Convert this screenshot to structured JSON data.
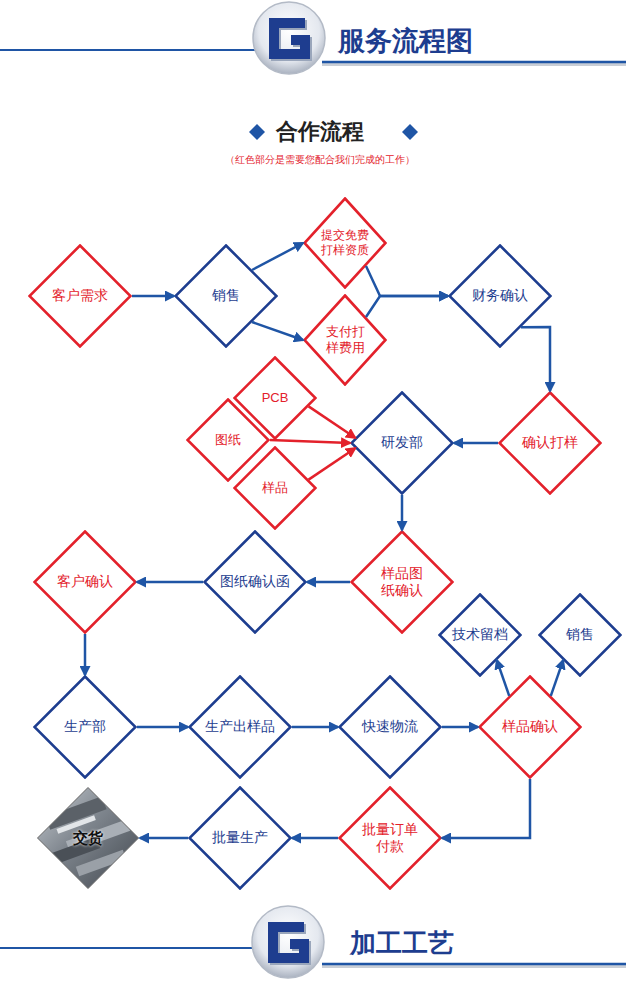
{
  "diagram": {
    "title": "合作流程",
    "nodes": [
      {
        "text": [
          "客户需求"
        ]
      },
      {
        "text": [
          "销售"
        ]
      },
      {
        "text": [
          "提交免费打样资质"
        ]
      },
      {
        "text": [
          "支付打样费用"
        ]
      },
      {
        "text": [
          "财务确认"
        ]
      },
      {
        "text": [
          "PCB"
        ]
      },
      {
        "text": [
          "图纸"
        ]
      },
      {
        "text": [
          "样品"
        ]
      },
      {
        "text": [
          "研发部"
        ]
      },
      {
        "text": [
          "确认打样"
        ]
      },
      {
        "text": [
          "样品图纸确认"
        ]
      },
      {
        "text": [
          "图纸确认函"
        ]
      },
      {
        "text": [
          "客户确认"
        ]
      },
      {
        "text": [
          "技术留档"
        ]
      },
      {
        "text": [
          "销售"
        ]
      },
      {
        "text": [
          "生产部"
        ]
      },
      {
        "text": [
          "生产出样品"
        ]
      },
      {
        "text": [
          "快速物流"
        ]
      },
      {
        "text": [
          "样品确认"
        ]
      },
      {
        "text": [
          "交货"
        ]
      },
      {
        "text": [
          "批量生产"
        ]
      },
      {
        "text": [
          "批量订单付款"
        ]
      }
    ],
    "edges": [
      {
        "from": 0,
        "to": 1,
        "arrow": "to"
      },
      {
        "from": 1,
        "to": 2,
        "arrow": "to"
      },
      {
        "from": 1,
        "to": 3,
        "arrow": "to"
      },
      {
        "from": 2,
        "to": 4,
        "arrow": "to"
      },
      {
        "from": 3,
        "to": 4,
        "arrow": "to"
      },
      {
        "from": 4,
        "to": 9,
        "arrow": "to"
      },
      {
        "from": 9,
        "to": 8,
        "arrow": "to"
      },
      {
        "from": 5,
        "to": 8,
        "arrow": "to"
      },
      {
        "from": 6,
        "to": 8,
        "arrow": "to"
      },
      {
        "from": 7,
        "to": 8,
        "arrow": "to"
      },
      {
        "from": 8,
        "to": 10,
        "arrow": "to"
      },
      {
        "from": 10,
        "to": 11,
        "arrow": "to"
      },
      {
        "from": 11,
        "to": 12,
        "arrow": "to"
      },
      {
        "from": 12,
        "to": 15,
        "arrow": "to"
      },
      {
        "from": 15,
        "to": 16,
        "arrow": "to"
      },
      {
        "from": 16,
        "to": 17,
        "arrow": "to"
      },
      {
        "from": 17,
        "to": 18,
        "arrow": "to"
      },
      {
        "from": 18,
        "to": 13,
        "arrow": "to"
      },
      {
        "from": 18,
        "to": 14,
        "arrow": "to"
      },
      {
        "from": 18,
        "to": 21,
        "arrow": "to"
      },
      {
        "from": 21,
        "to": 20,
        "arrow": "to"
      },
      {
        "from": 20,
        "to": 19,
        "arrow": "to"
      }
    ],
    "labels": [
      "服务流程图",
      "（红色部分是需要您配合我们完成的工作）",
      "加工工艺"
    ]
  }
}
